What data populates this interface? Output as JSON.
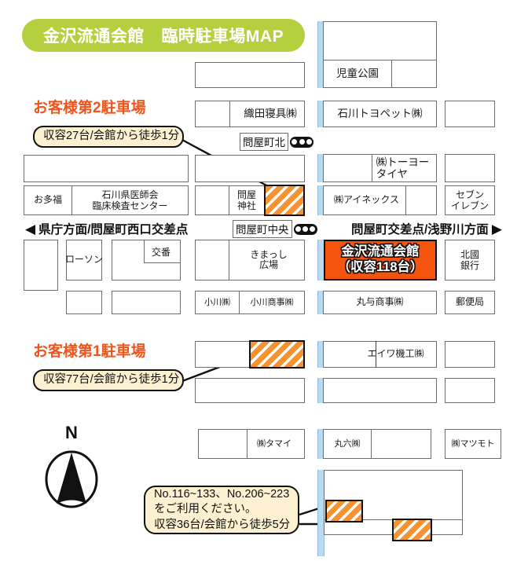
{
  "title": {
    "text": "金沢流通会館　臨時駐車場MAP",
    "color": "#b6cf3e"
  },
  "lots": [
    {
      "heading": "お客様第2駐車場",
      "callout": [
        "収容27台/会館から徒歩1分"
      ]
    },
    {
      "heading": "お客様第1駐車場",
      "callout": [
        "収容77台/会館から徒歩1分"
      ]
    },
    {
      "heading": "",
      "callout": [
        "No.116~133、No.206~223",
        "をご利用ください。",
        "収容36台/会館から徒歩5分"
      ]
    }
  ],
  "main_building": {
    "name": "金沢流通会館",
    "capacity": "（収容118台）",
    "fill": "#f4540d"
  },
  "blocks": {
    "jido_koen": "児童公園",
    "oda_shingu": "織田寝具㈱",
    "ishikawa_toyopet": "石川トヨペット㈱",
    "toyo_tire_1": "㈱トーヨー",
    "toyo_tire_2": "タイヤ",
    "ainex": "㈱アイネックス",
    "seven_1": "セブン",
    "seven_2": "イレブン",
    "otafuku": "お多福",
    "ishikawa_ishikai_1": "石川県医師会",
    "ishikawa_ishikai_2": "臨床検査センター",
    "tonya_jinja_1": "問屋",
    "tonya_jinja_2": "神社",
    "lawson": "ローソン",
    "koban": "交番",
    "kimasshi_1": "きまっし",
    "kimasshi_2": "広場",
    "hokkoku_1": "北國",
    "hokkoku_2": "銀行",
    "ogawa": "小川㈱",
    "ogawa_shoji": "小川商事㈱",
    "maruyo": "丸与商事㈱",
    "yubinkyoku": "郵便局",
    "eiwa_kiko": "エイワ機工㈱",
    "tamai": "㈱タマイ",
    "maruroku": "丸六㈱",
    "matsumoto": "㈱マツモト"
  },
  "intersections": [
    {
      "name": "問屋町北",
      "signal": "traffic-signal-icon"
    },
    {
      "name": "問屋町中央",
      "signal": "traffic-signal-icon"
    }
  ],
  "directions": {
    "left": "県庁方面/問屋町西口交差点",
    "left_arrow": "◀",
    "right": "問屋町交差点/浅野川方面",
    "right_arrow": "▶"
  },
  "compass": {
    "label": "N"
  }
}
